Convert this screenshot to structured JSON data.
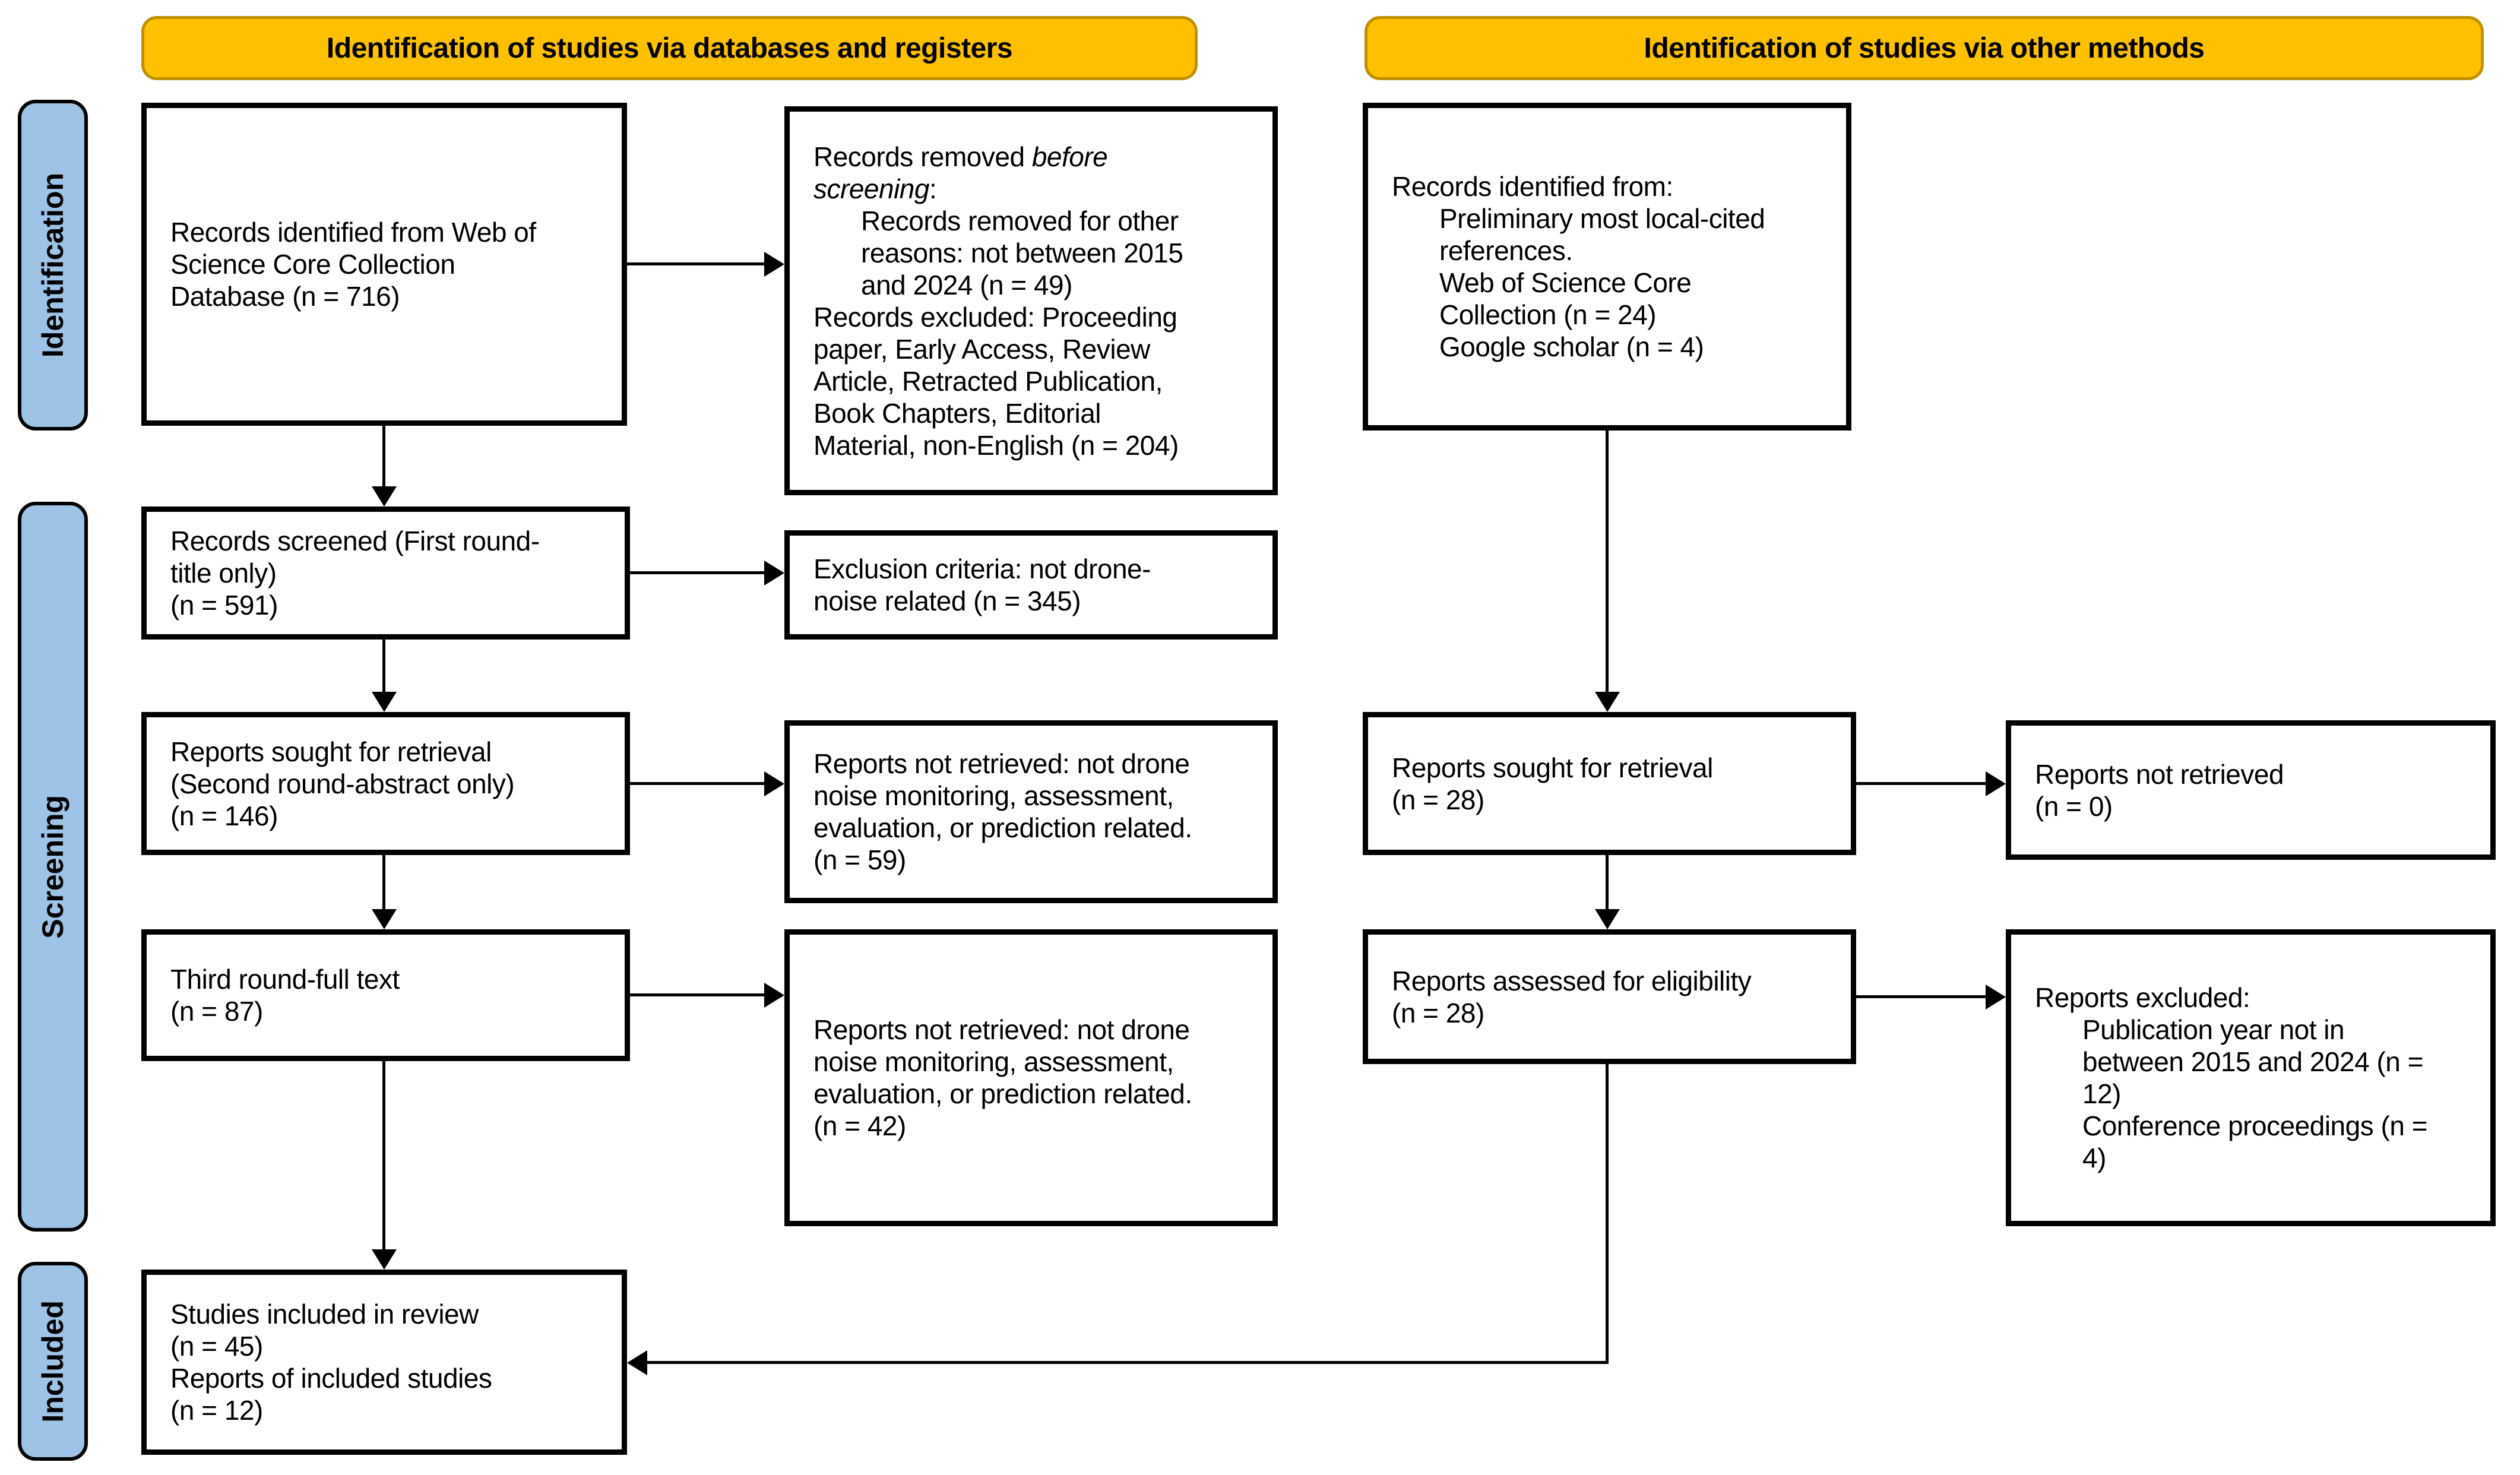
{
  "banners": {
    "left": "Identification of studies via databases and registers",
    "right": "Identification of studies via other methods"
  },
  "sidebar": {
    "identification": "Identification",
    "screening": "Screening",
    "included": "Included"
  },
  "colors": {
    "banner_fill": "#FFC000",
    "banner_border": "#BF9000",
    "sidebar_fill": "#9DC3E6",
    "box_border": "#000000"
  },
  "boxes": {
    "db_identified": {
      "lines": [
        "Records identified from Web of",
        "Science Core Collection",
        "Database (n = 716)"
      ]
    },
    "removed_before": {
      "p1_normal": "Records removed ",
      "p1_italic_a": "before",
      "p1_italic_b": "screening",
      "p1_suffix": ":",
      "indented_lines": [
        "Records removed for other",
        "reasons: not between 2015",
        "and 2024 (n = 49)"
      ],
      "lines": [
        "Records excluded: Proceeding",
        "paper, Early Access, Review",
        "Article, Retracted Publication,",
        "Book Chapters, Editorial",
        "Material, non-English (n = 204)"
      ]
    },
    "records_screened": {
      "lines": [
        "Records screened (First round-",
        "title only)",
        "(n = 591)"
      ]
    },
    "exclusion_criteria": {
      "lines": [
        "Exclusion criteria: not drone-",
        "noise related (n = 345)"
      ]
    },
    "reports_sought_db": {
      "lines": [
        "Reports sought for retrieval",
        "(Second round-abstract only)",
        "(n = 146)"
      ]
    },
    "not_retrieved_59": {
      "lines": [
        "Reports not retrieved: not drone",
        "noise monitoring, assessment,",
        "evaluation, or prediction related.",
        "(n = 59)"
      ]
    },
    "third_round": {
      "lines": [
        "Third round-full text",
        "(n = 87)"
      ]
    },
    "not_retrieved_42": {
      "lines": [
        "Reports not retrieved: not drone",
        "noise monitoring, assessment,",
        "evaluation, or prediction related.",
        "(n = 42)"
      ]
    },
    "included_studies": {
      "lines": [
        "Studies included in review",
        "(n = 45)",
        "Reports of included studies",
        "(n = 12)"
      ]
    },
    "other_identified": {
      "first_line": "Records identified from:",
      "indented_lines": [
        "Preliminary most local-cited",
        "references.",
        "Web of Science Core",
        "Collection (n = 24)",
        "Google scholar (n = 4)"
      ]
    },
    "reports_sought_other": {
      "lines": [
        "Reports sought for retrieval",
        "(n = 28)"
      ]
    },
    "not_retrieved_0": {
      "lines": [
        "Reports not retrieved",
        "(n = 0)"
      ]
    },
    "assessed_eligibility": {
      "lines": [
        "Reports assessed for eligibility",
        "(n = 28)"
      ]
    },
    "reports_excluded": {
      "first_line": "Reports excluded:",
      "indented_lines": [
        "Publication year not in",
        "between 2015 and 2024 (n =",
        "12)",
        "Conference proceedings (n =",
        "4)"
      ]
    }
  }
}
